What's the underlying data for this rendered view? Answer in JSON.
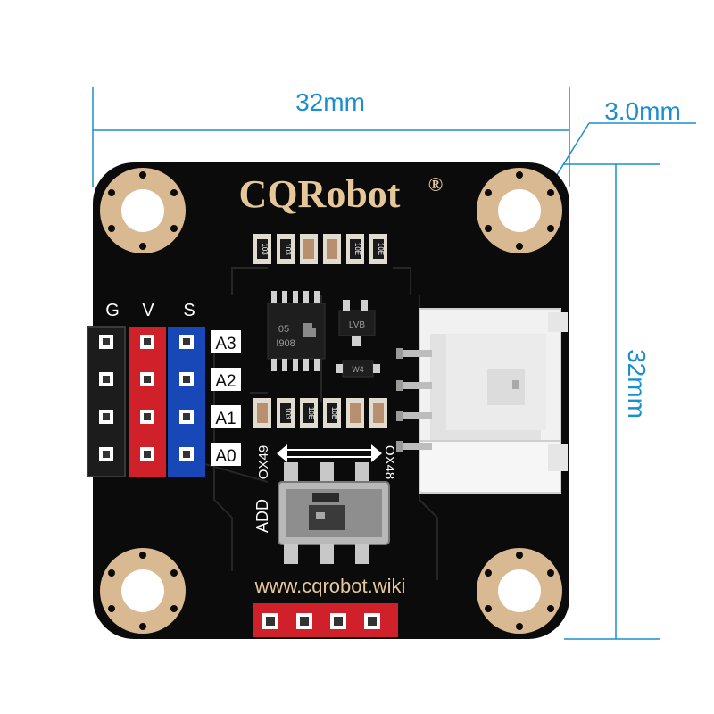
{
  "dimensions": {
    "width": "32mm",
    "height": "32mm",
    "hole": "3.0mm"
  },
  "board": {
    "brand": "CQRobot",
    "registered_mark": "®",
    "url": "www.cqrobot.wiki",
    "header_labels": [
      "G",
      "V",
      "S"
    ],
    "channels": [
      "A3",
      "A2",
      "A1",
      "A0"
    ],
    "switch_label": "ADD",
    "address_left": "OX49",
    "address_right": "OX48",
    "chip_a": [
      "05",
      "I908"
    ],
    "chip_b": "LVB",
    "chip_c": "W4",
    "resistors_top": [
      "103",
      "103",
      "",
      "",
      "10E",
      "10E"
    ],
    "resistors_bottom": [
      "",
      "103",
      "10E",
      "10E",
      "",
      ""
    ]
  },
  "colors": {
    "pcb": "#0b0b0b",
    "dimension": "#1a8fd0",
    "pad": "#d8b992",
    "brand": "#e6c79a",
    "pin_ground": "#1c1c1c",
    "pin_vcc": "#d0202a",
    "pin_signal": "#1848b8",
    "connector": "#f1f1f1"
  }
}
